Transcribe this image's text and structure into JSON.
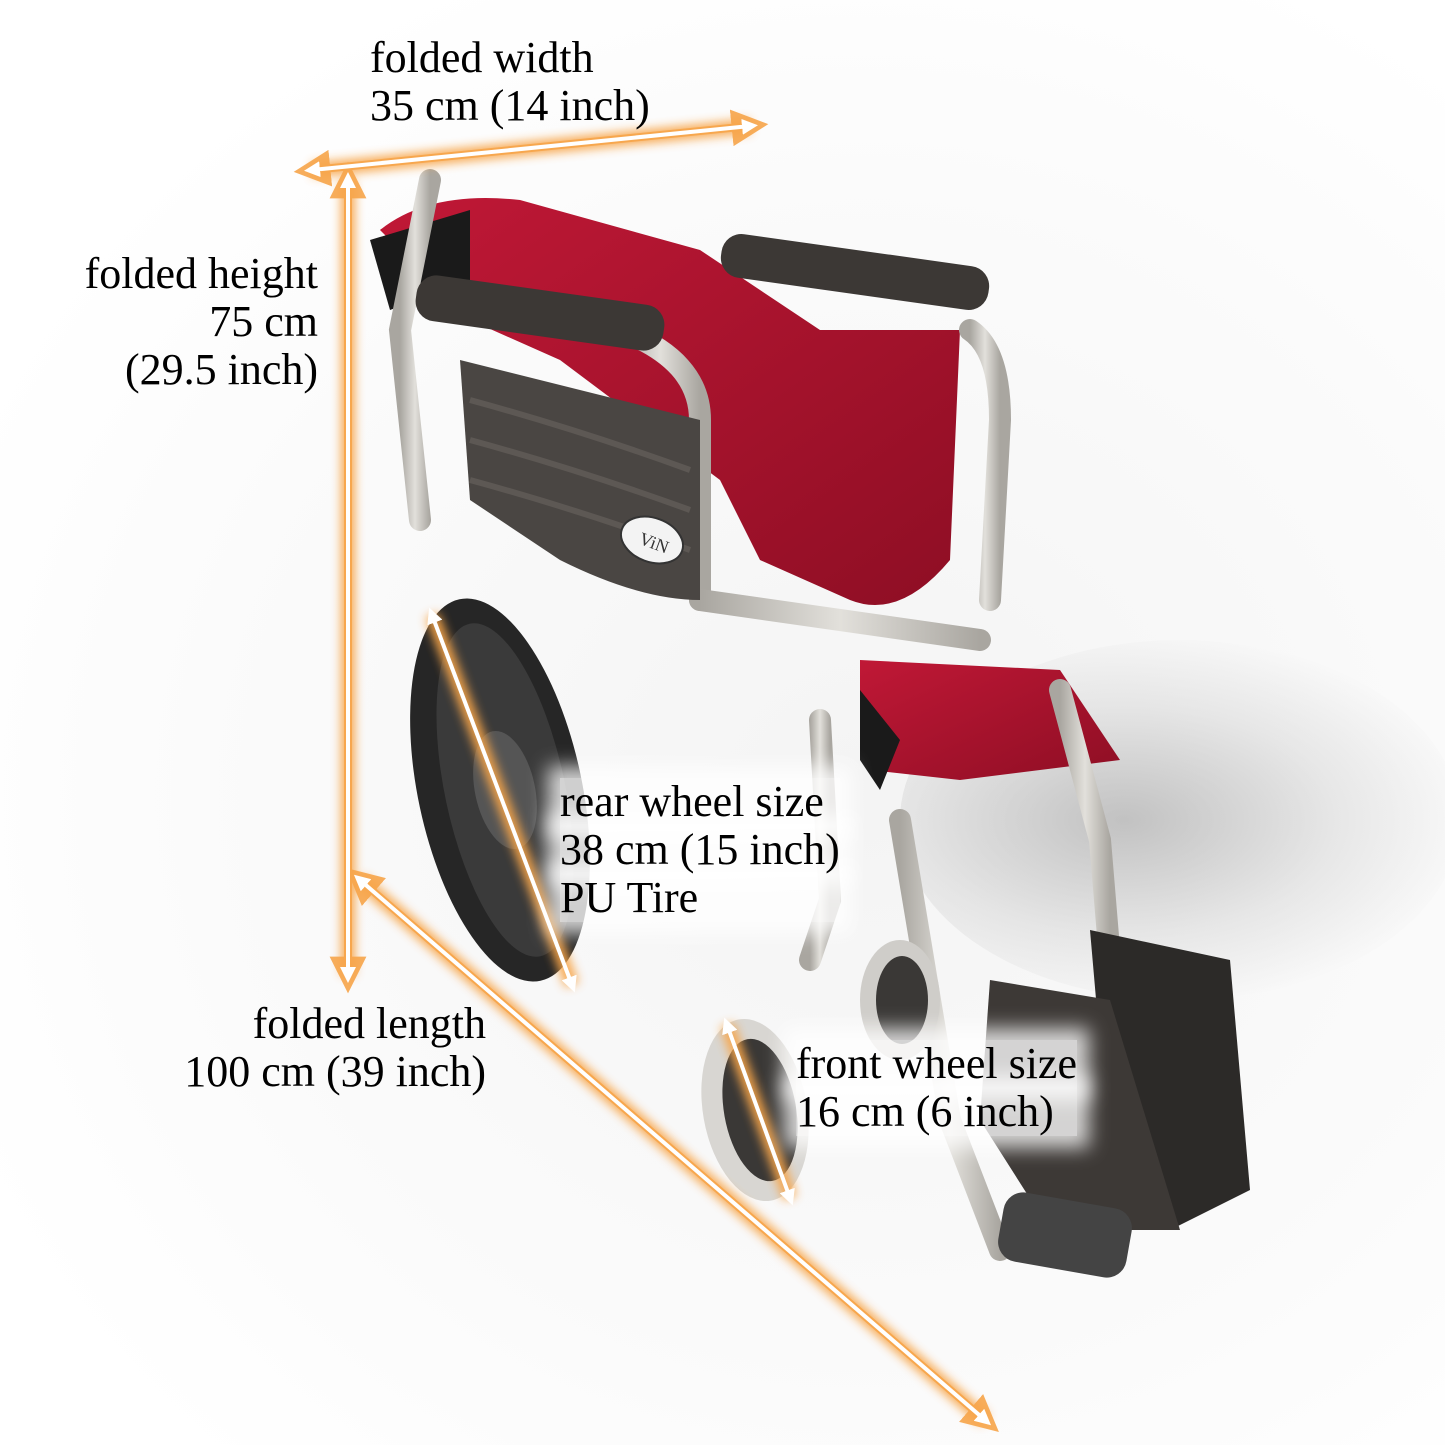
{
  "image": {
    "subject": "folded wheelchair",
    "brand_badge": "ViN",
    "colors": {
      "background": "#ffffff",
      "arrow_glow": "#f7a54a",
      "arrow_core": "#ffffff",
      "seat_fabric": "#b3122e",
      "frame": "#c9c6c0",
      "plastic": "#4a4643",
      "tire": "#2b2b2b"
    }
  },
  "dimensions": {
    "folded_width": {
      "title": "folded width",
      "value": "35 cm (14 inch)"
    },
    "folded_height": {
      "title": "folded height",
      "value_cm": "75 cm",
      "value_inch": "(29.5 inch)"
    },
    "folded_length": {
      "title": "folded length",
      "value": "100 cm (39 inch)"
    },
    "rear_wheel": {
      "title": "rear wheel size",
      "value": "38 cm (15 inch)",
      "note": "PU Tire"
    },
    "front_wheel": {
      "title": "front wheel size",
      "value": "16 cm (6 inch)"
    }
  }
}
